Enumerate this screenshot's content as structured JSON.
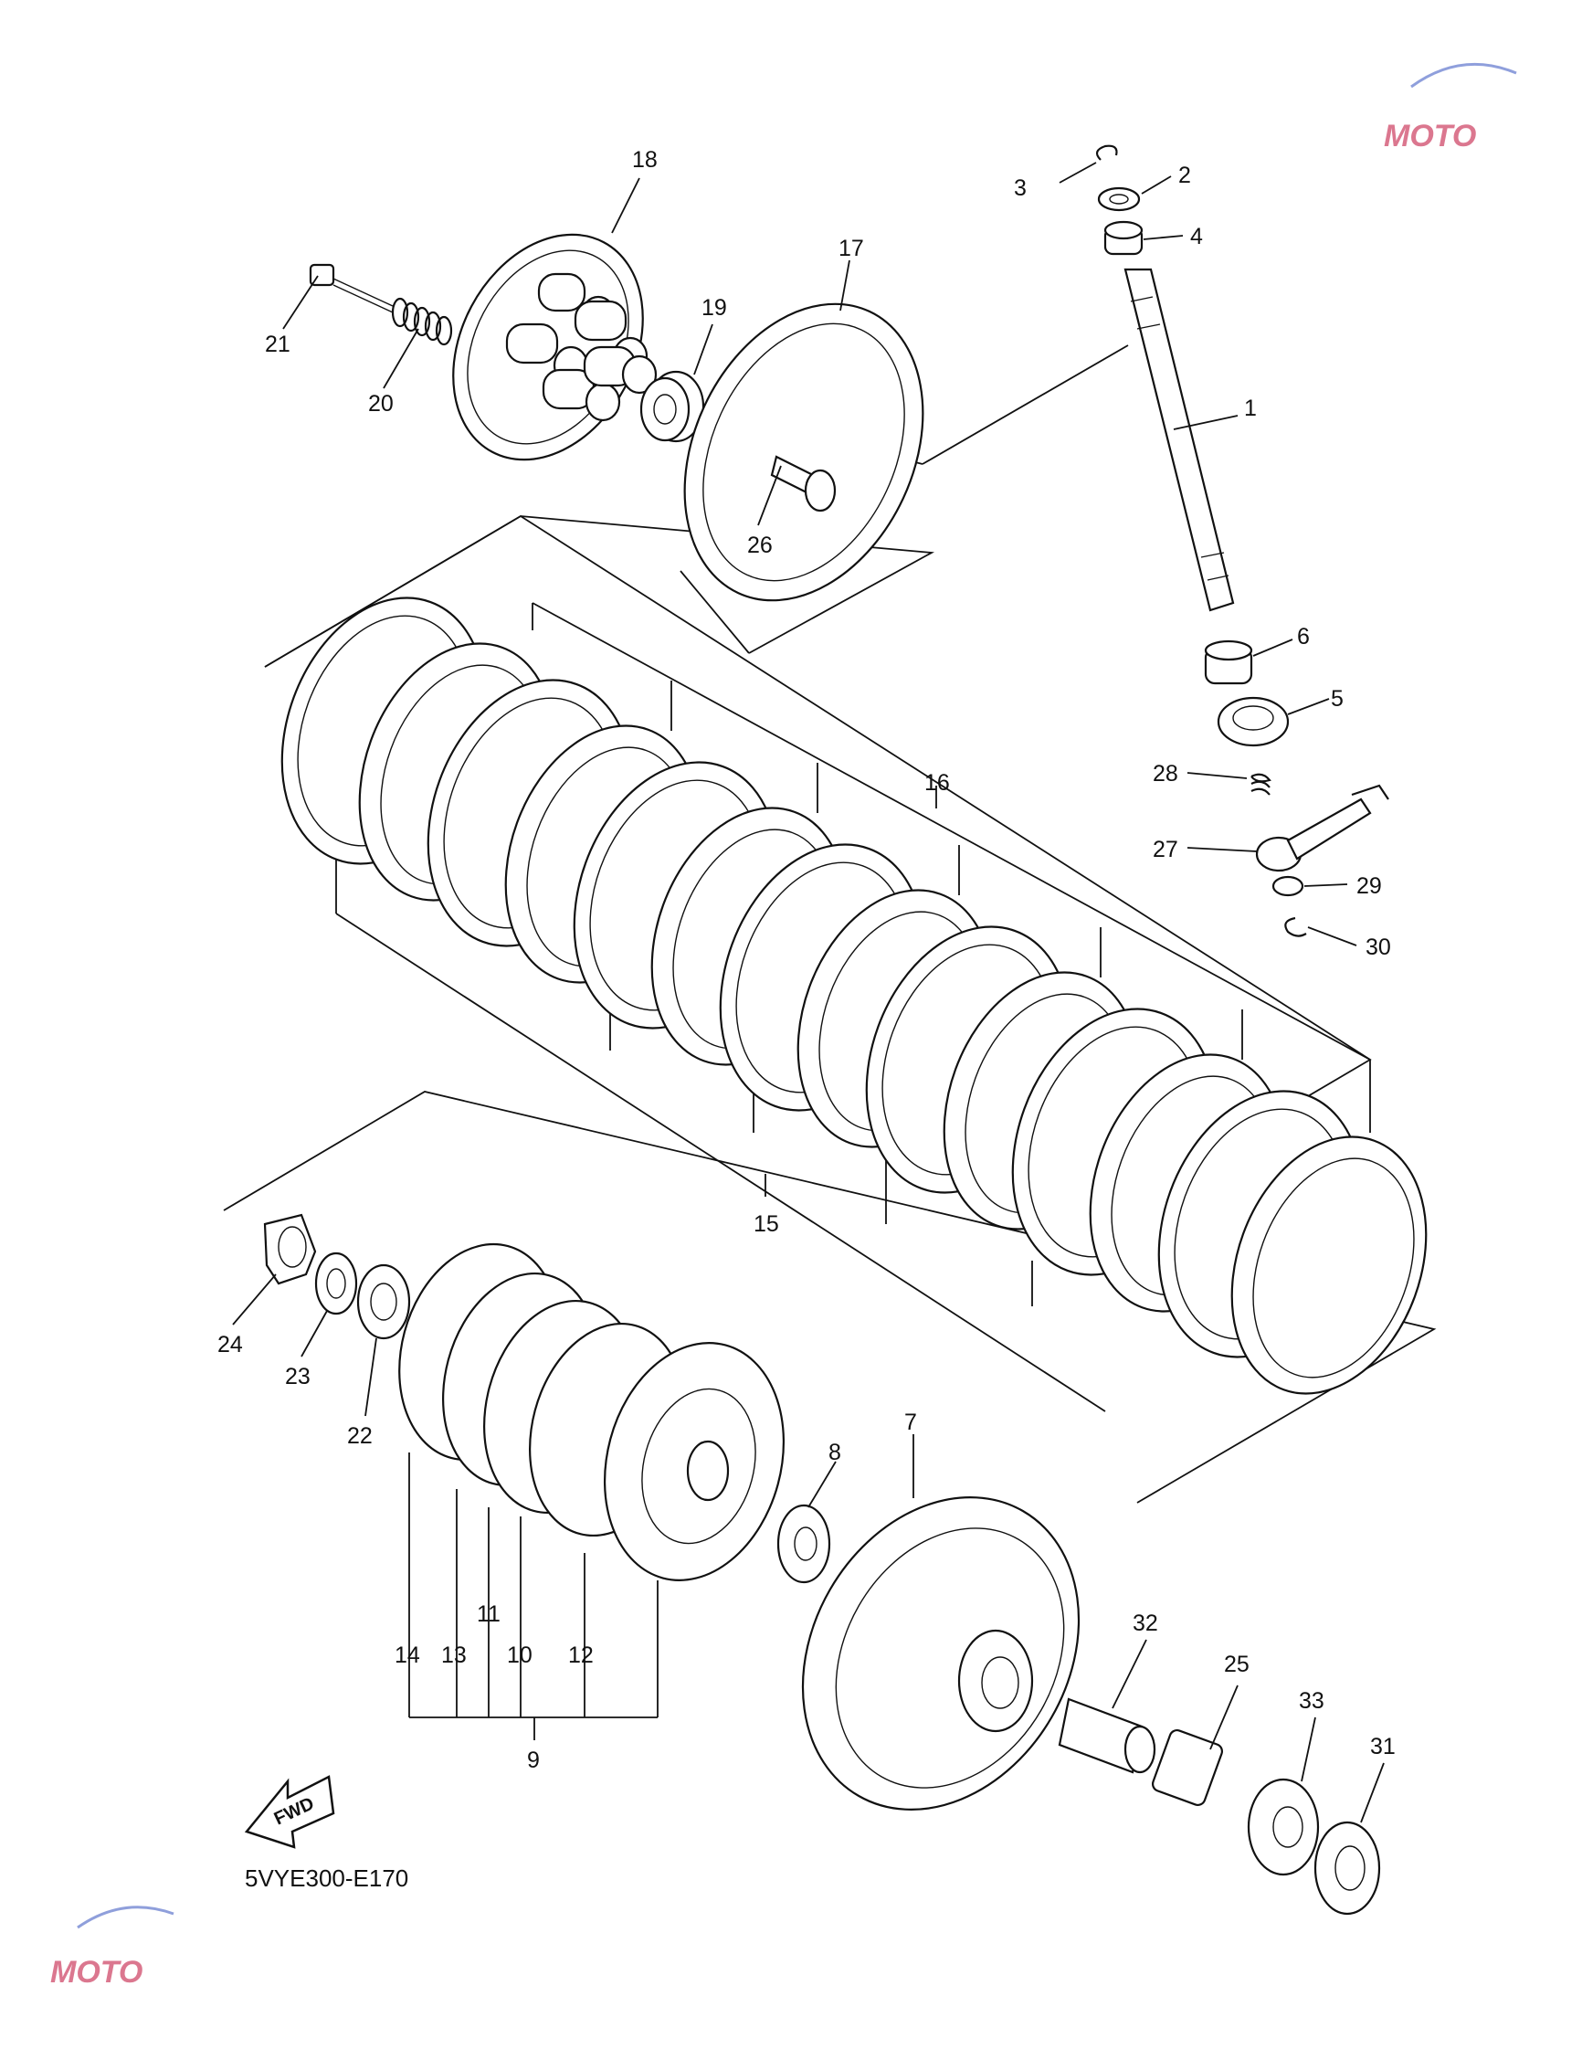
{
  "diagram": {
    "code": "5VYE300-E170",
    "fwd_label": "FWD",
    "watermark": "MOTO"
  },
  "callouts": [
    {
      "id": "1",
      "label": "1"
    },
    {
      "id": "2",
      "label": "2"
    },
    {
      "id": "3",
      "label": "3"
    },
    {
      "id": "4",
      "label": "4"
    },
    {
      "id": "5",
      "label": "5"
    },
    {
      "id": "6",
      "label": "6"
    },
    {
      "id": "7",
      "label": "7"
    },
    {
      "id": "8",
      "label": "8"
    },
    {
      "id": "9",
      "label": "9"
    },
    {
      "id": "10",
      "label": "10"
    },
    {
      "id": "11",
      "label": "11"
    },
    {
      "id": "12",
      "label": "12"
    },
    {
      "id": "13",
      "label": "13"
    },
    {
      "id": "14",
      "label": "14"
    },
    {
      "id": "15",
      "label": "15"
    },
    {
      "id": "16",
      "label": "16"
    },
    {
      "id": "17",
      "label": "17"
    },
    {
      "id": "18",
      "label": "18"
    },
    {
      "id": "19",
      "label": "19"
    },
    {
      "id": "20",
      "label": "20"
    },
    {
      "id": "21",
      "label": "21"
    },
    {
      "id": "22",
      "label": "22"
    },
    {
      "id": "23",
      "label": "23"
    },
    {
      "id": "24",
      "label": "24"
    },
    {
      "id": "25",
      "label": "25"
    },
    {
      "id": "26",
      "label": "26"
    },
    {
      "id": "27",
      "label": "27"
    },
    {
      "id": "28",
      "label": "28"
    },
    {
      "id": "29",
      "label": "29"
    },
    {
      "id": "30",
      "label": "30"
    },
    {
      "id": "31",
      "label": "31"
    },
    {
      "id": "32",
      "label": "32"
    },
    {
      "id": "33",
      "label": "33"
    }
  ]
}
